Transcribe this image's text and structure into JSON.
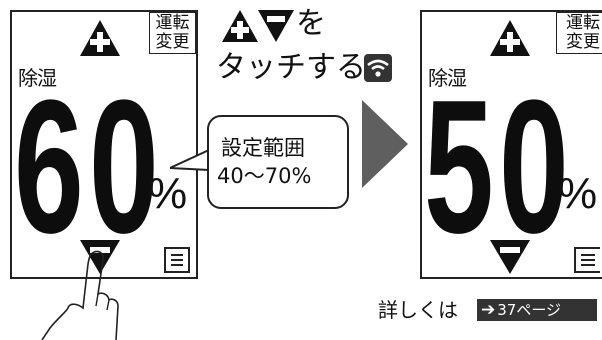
{
  "left_panel": {
    "mode_change": [
      "運転",
      "変更"
    ],
    "mode_label": "除湿",
    "value": "60",
    "unit": "%"
  },
  "right_panel": {
    "mode_change": [
      "運転",
      "変更"
    ],
    "mode_label": "除湿",
    "value": "50",
    "unit": "%"
  },
  "instruction": {
    "line1_suffix": "を",
    "line2": "タッチする"
  },
  "setting_range": {
    "title": "設定範囲",
    "range": "40〜70%"
  },
  "footer": {
    "more_info": "詳しくは",
    "page_ref": "37ページ"
  },
  "icons": [
    "plus-button-icon",
    "minus-button-icon",
    "wifi-icon",
    "menu-icon",
    "pointing-hand-icon",
    "right-arrow-icon"
  ],
  "colors": {
    "ink": "#111111",
    "arrow": "#5f5f5f",
    "ref_bg": "#333333"
  }
}
